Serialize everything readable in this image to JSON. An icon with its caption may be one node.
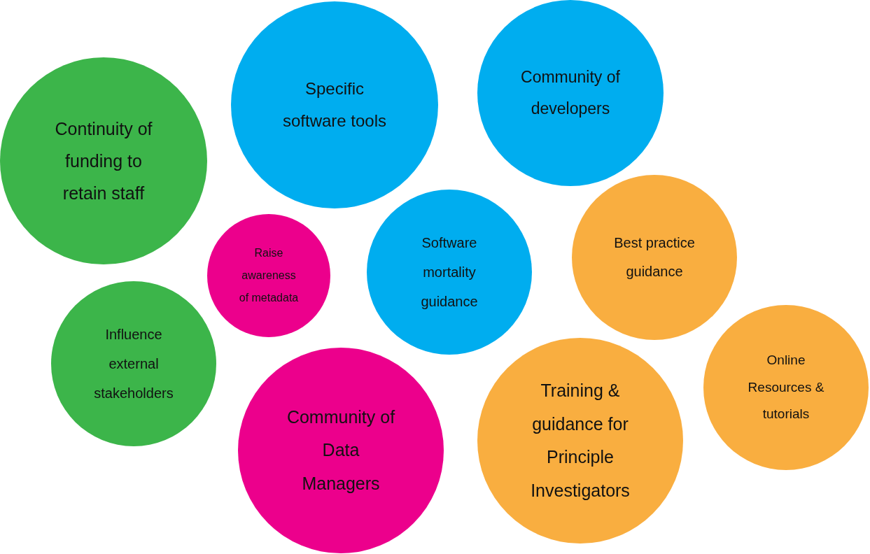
{
  "diagram": {
    "nodes": [
      {
        "text": [
          "Continuity of funding to retain staff"
        ]
      },
      {
        "text": [
          "Specific software tools"
        ]
      },
      {
        "text": [
          "Community of developers"
        ]
      },
      {
        "text": [
          "Raise awareness of metadata"
        ]
      },
      {
        "text": [
          "Software mortality guidance"
        ]
      },
      {
        "text": [
          "Best practice guidance"
        ]
      },
      {
        "text": [
          "Influence external stakeholders"
        ]
      },
      {
        "text": [
          "Community of Data Managers"
        ]
      },
      {
        "text": [
          "Training & guidance for Principle Investigators"
        ]
      },
      {
        "text": [
          "Online Resources & tutorials"
        ]
      }
    ],
    "edges": []
  }
}
